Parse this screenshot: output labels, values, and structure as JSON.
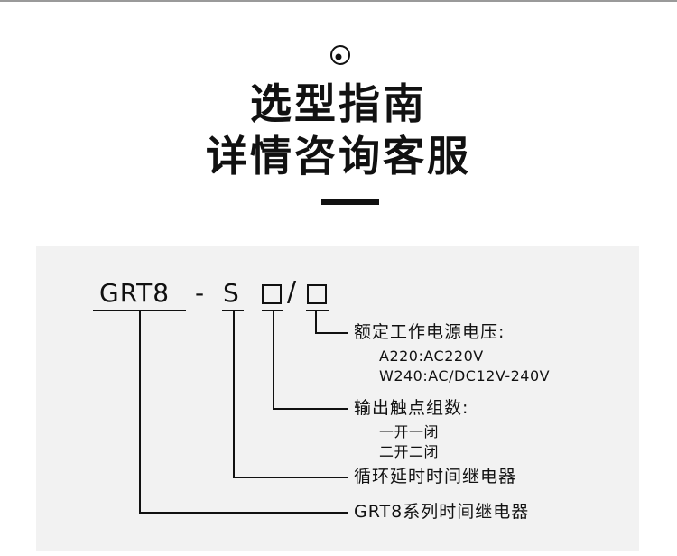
{
  "header": {
    "title_line1": "选型指南",
    "title_line2": "详情咨询客服",
    "icon": "circle-dot-icon"
  },
  "diagram": {
    "model": "GRT8",
    "dash": "-",
    "series_code": "S",
    "slash": "/",
    "sections": [
      {
        "label": "额定工作电源电压:",
        "options": [
          "A220:AC220V",
          "W240:AC/DC12V-240V"
        ]
      },
      {
        "label": "输出触点组数:",
        "options": [
          "一开一闭",
          "二开二闭"
        ]
      },
      {
        "label": "循环延时时间继电器"
      },
      {
        "label": "GRT8系列时间继电器"
      }
    ]
  },
  "colors": {
    "text": "#111111",
    "panel_bg": "#f2f2f2",
    "top_line": "#9a9a9a",
    "page_bg": "#ffffff"
  }
}
